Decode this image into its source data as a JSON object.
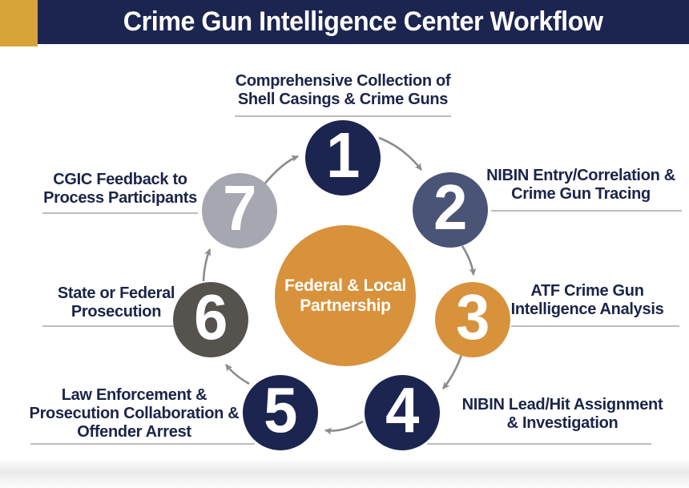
{
  "header": {
    "title": "Crime Gun Intelligence Center Workflow"
  },
  "center_circle": {
    "lines": [
      "Federal & Local",
      "Partnership"
    ],
    "color": "#d8923c"
  },
  "steps": [
    {
      "number": "1",
      "lines": [
        "Comprehensive Collection of",
        "Shell Casings & Crime Guns"
      ],
      "color": "#1c2550"
    },
    {
      "number": "2",
      "lines": [
        "NIBIN Entry/Correlation &",
        "Crime Gun Tracing"
      ],
      "color": "#4a5477"
    },
    {
      "number": "3",
      "lines": [
        "ATF Crime Gun",
        "Intelligence Analysis"
      ],
      "color": "#d8923c"
    },
    {
      "number": "4",
      "lines": [
        "NIBIN Lead/Hit Assignment",
        "& Investigation"
      ],
      "color": "#1c2550"
    },
    {
      "number": "5",
      "lines": [
        "Law Enforcement &",
        "Prosecution Collaboration &",
        "Offender Arrest"
      ],
      "color": "#1c2550"
    },
    {
      "number": "6",
      "lines": [
        "State or Federal",
        "Prosecution"
      ],
      "color": "#56524e"
    },
    {
      "number": "7",
      "lines": [
        "CGIC Feedback to",
        "Process Participants"
      ],
      "color": "#a6a7b0"
    }
  ],
  "colors": {
    "header_bar": "#1c2550",
    "header_accent": "#d7a237",
    "label_text": "#1b2449",
    "arrow": "#8c8c8c",
    "underline": "#bdbdbd",
    "background": "#ffffff"
  }
}
